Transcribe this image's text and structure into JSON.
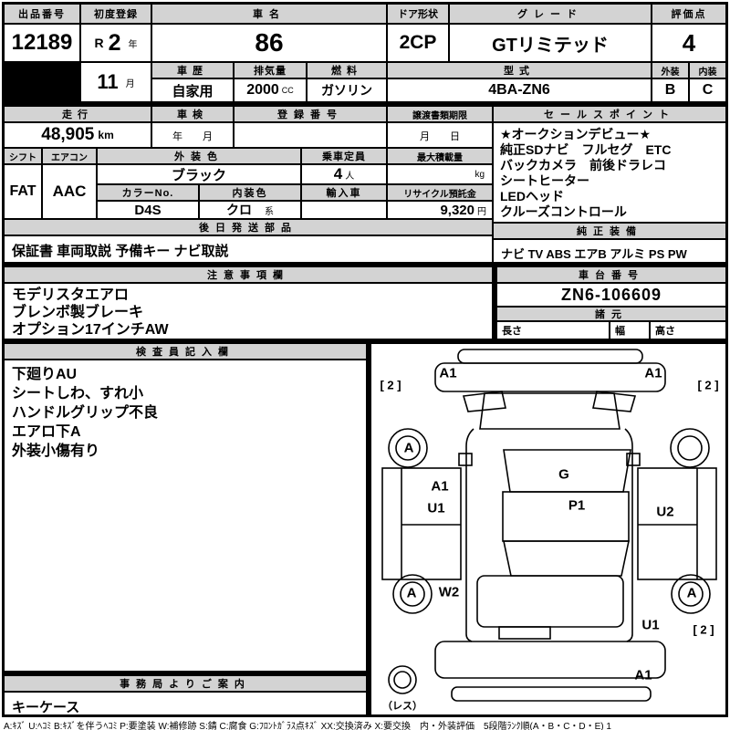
{
  "header": {
    "lot_label": "出品番号",
    "lot": "12189",
    "first_reg_label": "初度登録",
    "era": "R",
    "reg_year": "2",
    "year_unit": "年",
    "reg_month": "11",
    "month_unit": "月",
    "car_name_label": "車名",
    "car_name": "86",
    "door_label": "ドア形状",
    "door": "2CP",
    "grade_label": "グレード",
    "grade": "GTリミテッド",
    "score_label": "評価点",
    "score": "4",
    "history_label": "車歴",
    "history": "自家用",
    "disp_label": "排気量",
    "displacement": "2000",
    "disp_unit": "CC",
    "fuel_label": "燃料",
    "fuel": "ガソリン",
    "model_label": "型式",
    "model": "4BA-ZN6",
    "ext_label": "外装",
    "ext": "B",
    "int_label": "内装",
    "int": "C"
  },
  "info": {
    "mileage_label": "走行",
    "mileage": "48,905",
    "mileage_unit": "km",
    "shaken_label": "車検",
    "shaken_placeholder": "年　　月",
    "regno_label": "登録番号",
    "regno": "",
    "transfer_label": "譲渡書類期限",
    "transfer_placeholder": "月　　日",
    "shift_label": "シフト",
    "shift": "FAT",
    "ac_label": "エアコン",
    "ac": "AAC",
    "ext_color_label": "外装色",
    "ext_color": "ブラック",
    "capacity_label": "乗車定員",
    "capacity": "4",
    "capacity_unit": "人",
    "payload_label": "最大積載量",
    "payload_unit": "kg",
    "color_no_label": "カラーNo.",
    "color_no": "D4S",
    "int_color_label": "内装色",
    "int_color": "クロ",
    "int_color_suffix": "系",
    "import_label": "輸入車",
    "import": "",
    "recycle_label": "リサイクル預託金",
    "recycle": "9,320",
    "recycle_unit": "円",
    "parts_label": "後日発送部品",
    "parts": "保証書 車両取説 予備キー ナビ取説"
  },
  "sales": {
    "label": "セールスポイント",
    "lines": [
      "★オークションデビュー★",
      "純正SDナビ　フルセグ　ETC",
      "バックカメラ　前後ドラレコ",
      "シートヒーター",
      "LEDヘッド",
      "クルーズコントロール"
    ],
    "equip_label": "純正装備",
    "equipment": "ナビ TV ABS エアB アルミ PS PW"
  },
  "notes": {
    "label": "注意事項欄",
    "lines": [
      "モデリスタエアロ",
      "ブレンボ製ブレーキ",
      "オプション17インチAW"
    ]
  },
  "chassis": {
    "label": "車台番号",
    "number": "ZN6-106609",
    "spec_label": "諸元",
    "length_label": "長さ",
    "width_label": "幅",
    "height_label": "高さ"
  },
  "inspector": {
    "label": "検査員記入欄",
    "lines": [
      "下廻りAU",
      "シートしわ、すれ小",
      "ハンドルグリップ不良",
      "エアロ下A",
      "外装小傷有り"
    ]
  },
  "office": {
    "label": "事務局よりご案内",
    "text": "キーケース"
  },
  "diagram": {
    "markers": [
      {
        "text": "A1"
      },
      {
        "text": "A1"
      },
      {
        "text": "[ 2 ]"
      },
      {
        "text": "[ 2 ]"
      },
      {
        "text": "A"
      },
      {
        "text": "A1"
      },
      {
        "text": "G"
      },
      {
        "text": "U1"
      },
      {
        "text": "P1"
      },
      {
        "text": "U2"
      },
      {
        "text": "A"
      },
      {
        "text": "W2"
      },
      {
        "text": "A"
      },
      {
        "text": "U1"
      },
      {
        "text": "[ 2 ]"
      },
      {
        "text": "A1"
      },
      {
        "text": "（レス）"
      }
    ]
  },
  "legend": "A:ｷｽﾞ U:ﾍｺﾐ B:ｷｽﾞを伴うﾍｺﾐ P:要塗装 W:補修跡 S:錆 C:腐食 G:ﾌﾛﾝﾄｶﾞﾗｽ点ｷｽﾞ XX:交換済み X:要交換　内・外装評価　5段階ﾗﾝｸ順(A・B・C・D・E)  1"
}
